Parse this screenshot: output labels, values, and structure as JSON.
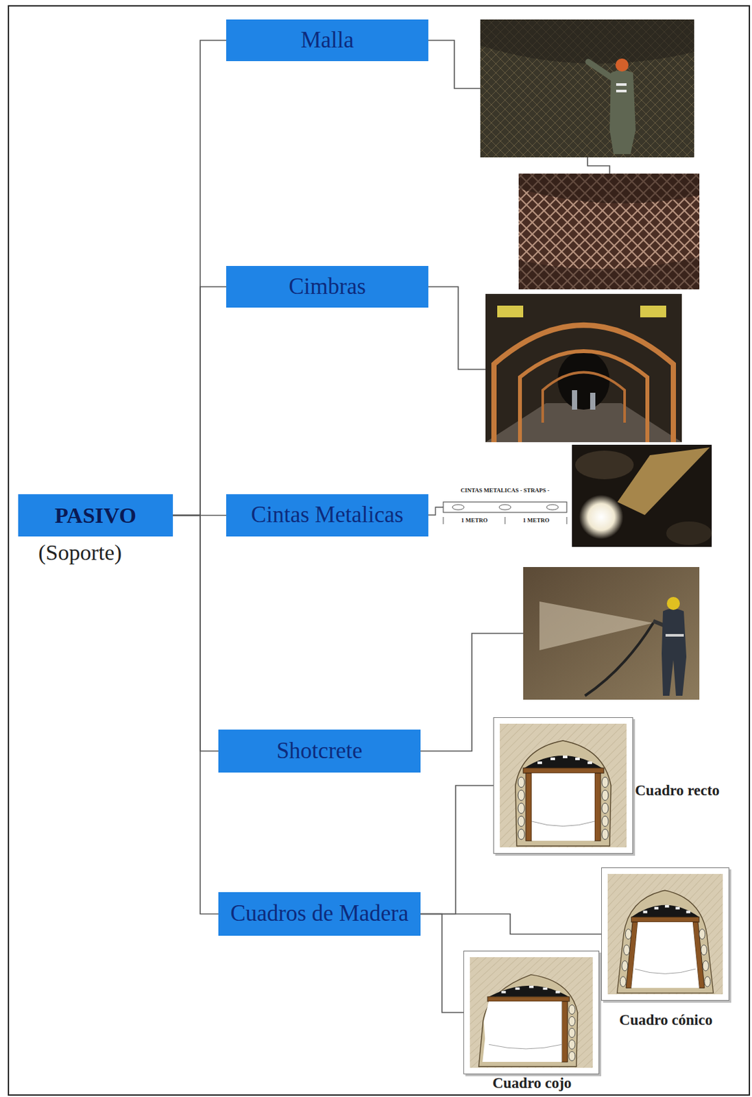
{
  "diagram": {
    "nodes": [
      {
        "text": [
          "PASIVO",
          "(Soporte)"
        ]
      },
      {
        "text": [
          "Malla"
        ]
      },
      {
        "text": [
          "Cimbras"
        ]
      },
      {
        "text": [
          "Cintas Metalicas"
        ]
      },
      {
        "text": [
          "Shotcrete"
        ]
      },
      {
        "text": [
          "Cuadros de Madera"
        ]
      },
      {
        "text": [
          "Cuadro recto"
        ]
      },
      {
        "text": [
          "Cuadro cónico"
        ]
      },
      {
        "text": [
          "Cuadro cojo"
        ]
      }
    ],
    "edges": [
      {
        "from": 0,
        "to": 1,
        "arrow": "none"
      },
      {
        "from": 0,
        "to": 2,
        "arrow": "none"
      },
      {
        "from": 0,
        "to": 3,
        "arrow": "none"
      },
      {
        "from": 0,
        "to": 4,
        "arrow": "none"
      },
      {
        "from": 0,
        "to": 5,
        "arrow": "none"
      },
      {
        "from": 5,
        "to": 6,
        "arrow": "none"
      },
      {
        "from": 5,
        "to": 7,
        "arrow": "none"
      },
      {
        "from": 5,
        "to": 8,
        "arrow": "none"
      }
    ],
    "labels": [
      "CINTAS METALICAS - STRAPS -",
      "1 METRO",
      "1 METRO"
    ]
  }
}
